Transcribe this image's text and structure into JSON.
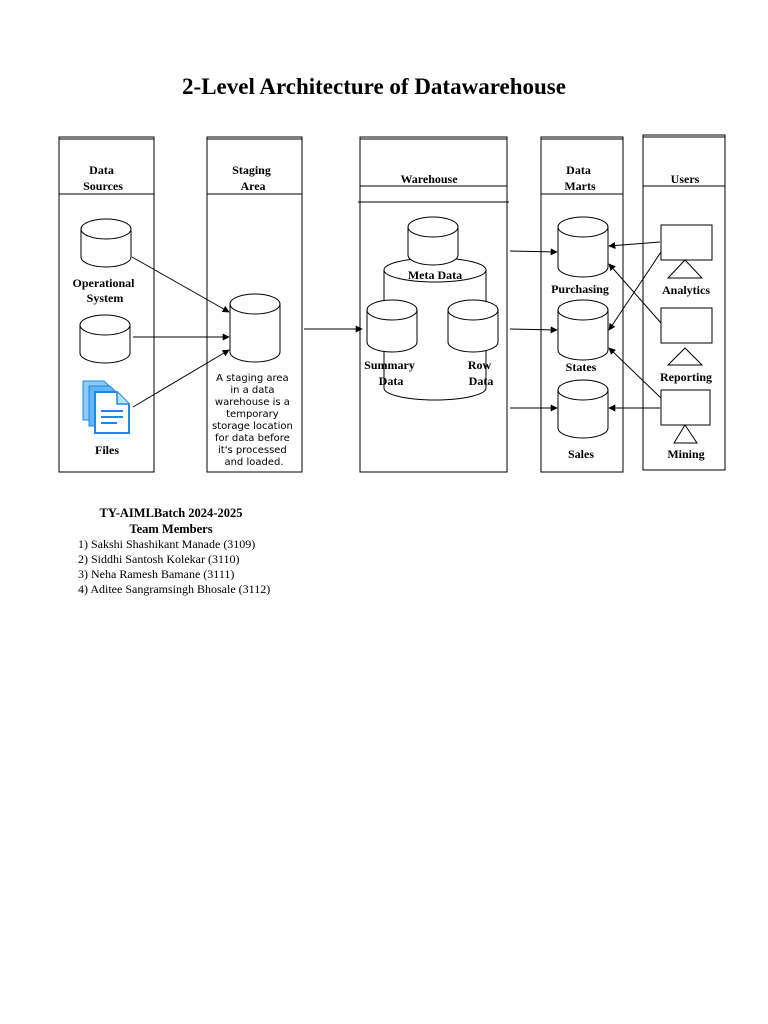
{
  "title": "2-Level Architecture of Datawarehouse",
  "columns": {
    "data_sources": [
      "Data",
      "Sources"
    ],
    "staging_area": [
      "Staging",
      "Area"
    ],
    "warehouse": "Warehouse",
    "data_marts": [
      "Data",
      "Marts"
    ],
    "users": "Users"
  },
  "sources": {
    "operational": [
      "Operational",
      "System"
    ],
    "files": "Files"
  },
  "staging_note": [
    "A staging area",
    "in   a data",
    "warehouse is a",
    "temporary",
    "storage location",
    "for data before",
    "it's processed",
    "and loaded."
  ],
  "warehouse": {
    "meta": "Meta Data",
    "summary": [
      "Summary",
      "Data"
    ],
    "row": [
      "Row",
      "Data"
    ]
  },
  "marts": {
    "purchasing": "Purchasing",
    "states": "States",
    "sales": "Sales"
  },
  "users": {
    "analytics": "Analytics",
    "reporting": "Reporting",
    "mining": "Mining"
  },
  "team": {
    "batch": "TY-AIMLBatch  2024-2025",
    "heading": "Team Members",
    "members": [
      "1) Sakshi Shashikant Manade (3109)",
      "2) Siddhi Santosh Kolekar (3110)",
      "3) Neha Ramesh Bamane (3111)",
      "4) Aditee Sangramsingh Bhosale (3112)"
    ]
  },
  "colors": {
    "line": "#000000",
    "file_icon": "#1e88e5",
    "file_icon_light": "#64b5f6"
  }
}
